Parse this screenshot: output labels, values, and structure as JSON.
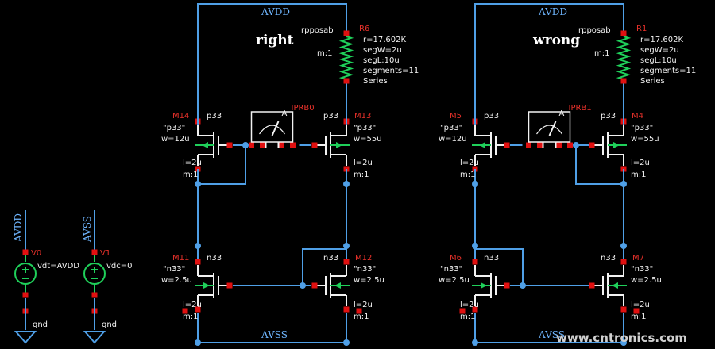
{
  "diagrams": [
    {
      "title": "right",
      "nets": {
        "top": "AVDD",
        "bottom": "AVSS"
      },
      "resistor": {
        "name": "R6",
        "model": "rpposab",
        "params": [
          "r=17.602K",
          "segW=2u",
          "segL:10u",
          "segments=11",
          "Series"
        ],
        "mult": "m:1"
      },
      "probe": {
        "name": "IPRB0",
        "glyph": "A"
      },
      "pmos_left": {
        "name": "M14",
        "model": "p33",
        "model_q": "\"p33\"",
        "w": "w=12u",
        "l": "l=2u",
        "m": "m:1"
      },
      "pmos_right": {
        "name": "M13",
        "model": "p33",
        "model_q": "\"p33\"",
        "w": "w=55u",
        "l": "l=2u",
        "m": "m:1"
      },
      "nmos_left": {
        "name": "M11",
        "model": "n33",
        "model_q": "\"n33\"",
        "w": "w=2.5u",
        "l": "l=2u",
        "m": "m:1"
      },
      "nmos_right": {
        "name": "M12",
        "model": "n33",
        "model_q": "\"n33\"",
        "w": "w=2.5u",
        "l": "l=2u",
        "m": "m:1"
      }
    },
    {
      "title": "wrong",
      "nets": {
        "top": "AVDD",
        "bottom": "AVSS"
      },
      "resistor": {
        "name": "R1",
        "model": "rpposab",
        "params": [
          "r=17.602K",
          "segW=2u",
          "segL:10u",
          "segments=11",
          "Series"
        ],
        "mult": "m:1"
      },
      "probe": {
        "name": "IPRB1",
        "glyph": "A"
      },
      "pmos_left": {
        "name": "M5",
        "model": "p33",
        "model_q": "\"p33\"",
        "w": "w=12u",
        "l": "l=2u",
        "m": "m:1"
      },
      "pmos_right": {
        "name": "M4",
        "model": "p33",
        "model_q": "\"p33\"",
        "w": "w=55u",
        "l": "l=2u",
        "m": "m:1"
      },
      "nmos_left": {
        "name": "M6",
        "model": "n33",
        "model_q": "\"n33\"",
        "w": "w=2.5u",
        "l": "l=2u",
        "m": "m:1"
      },
      "nmos_right": {
        "name": "M7",
        "model": "n33",
        "model_q": "\"n33\"",
        "w": "w=2.5u",
        "l": "l=2u",
        "m": "m:1"
      }
    }
  ],
  "sources": [
    {
      "net": "AVDD",
      "name": "V0",
      "value": "vdt=AVDD",
      "ground": "gnd"
    },
    {
      "net": "AVSS",
      "name": "V1",
      "value": "vdc=0",
      "ground": "gnd"
    }
  ],
  "watermark": "www.cntronics.com"
}
